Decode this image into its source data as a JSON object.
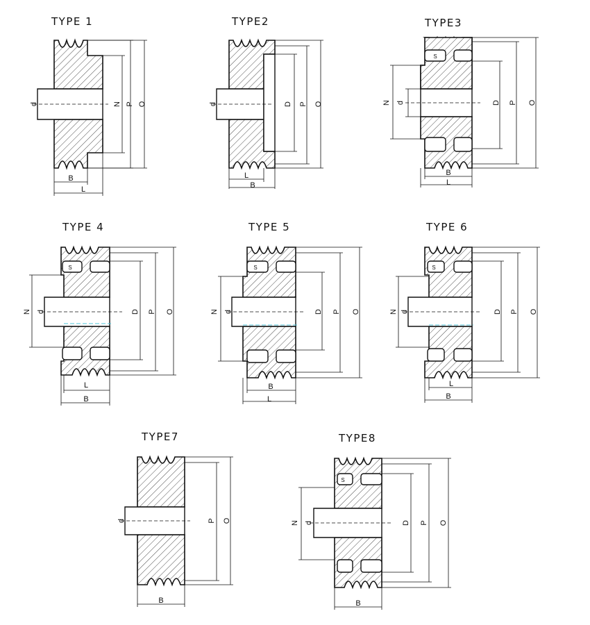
{
  "diagrams": [
    {
      "title": "TYPE 1",
      "labels": {
        "d": "d",
        "N": "N",
        "P": "P",
        "O": "O",
        "B": "B",
        "L": "L"
      }
    },
    {
      "title": "TYPE2",
      "labels": {
        "d": "d",
        "D": "D",
        "P": "P",
        "O": "O",
        "L": "L",
        "B": "B"
      }
    },
    {
      "title": "TYPE3",
      "labels": {
        "N": "N",
        "d": "d",
        "D": "D",
        "P": "P",
        "O": "O",
        "S": "S",
        "B": "B",
        "L": "L"
      }
    },
    {
      "title": "TYPE 4",
      "labels": {
        "N": "N",
        "d": "d",
        "D": "D",
        "P": "P",
        "O": "O",
        "S": "S",
        "L": "L",
        "B": "B"
      }
    },
    {
      "title": "TYPE 5",
      "labels": {
        "N": "N",
        "d": "d",
        "D": "D",
        "P": "P",
        "O": "O",
        "S": "S",
        "B": "B",
        "L": "L"
      }
    },
    {
      "title": "TYPE 6",
      "labels": {
        "N": "N",
        "d": "d",
        "D": "D",
        "P": "P",
        "O": "O",
        "S": "S",
        "L": "L",
        "B": "B"
      }
    },
    {
      "title": "TYPE7",
      "labels": {
        "d": "d",
        "P": "P",
        "O": "O",
        "B": "B"
      }
    },
    {
      "title": "TYPE8",
      "labels": {
        "N": "N",
        "d": "d",
        "D": "D",
        "P": "P",
        "O": "O",
        "S": "S",
        "B": "B"
      }
    }
  ]
}
